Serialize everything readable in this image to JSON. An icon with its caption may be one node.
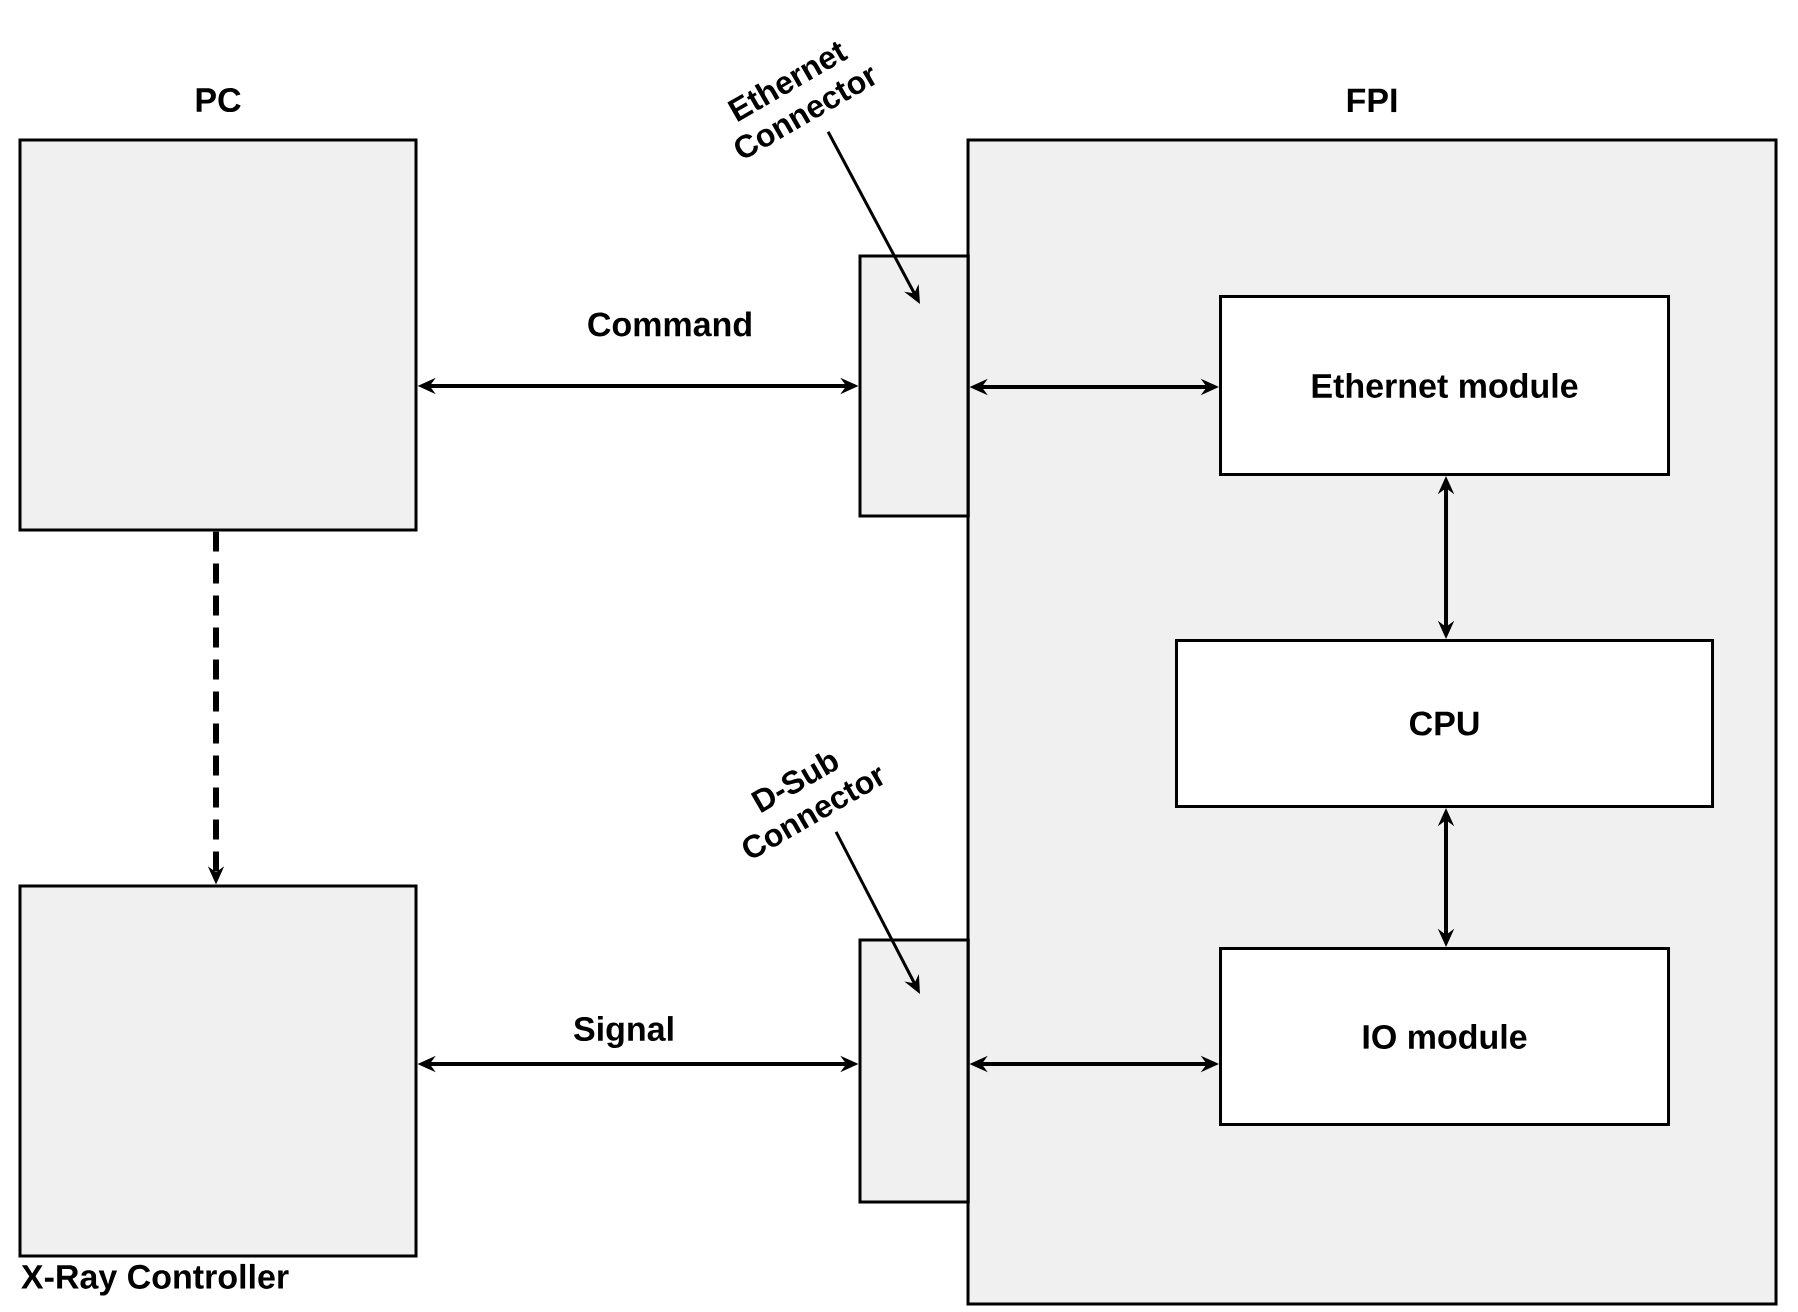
{
  "diagram": {
    "nodes": [
      {
        "text": [
          "PC"
        ]
      },
      {
        "text": [
          "X-Ray Controller"
        ]
      },
      {
        "text": [
          "FPI"
        ]
      },
      {
        "text": [],
        "shape": "box"
      },
      {
        "text": [
          "Ethernet module"
        ],
        "in": 2
      },
      {
        "text": [
          "CPU"
        ],
        "in": 2
      },
      {
        "text": [
          "IO module"
        ],
        "in": 2
      },
      {
        "text": [],
        "shape": "box"
      },
      {
        "text": [
          "Ethernet Connector"
        ]
      },
      {
        "text": [
          "D-Sub Connector"
        ]
      }
    ],
    "edges": [
      {
        "from": 0,
        "to": 3,
        "arrow": "both",
        "label": "Command"
      },
      {
        "from": 0,
        "to": 1,
        "arrow": "to",
        "style": "dashed"
      },
      {
        "from": 1,
        "to": 7,
        "arrow": "both",
        "label": "Signal"
      },
      {
        "from": 3,
        "to": 4,
        "arrow": "both"
      },
      {
        "from": 4,
        "to": 5,
        "arrow": "both"
      },
      {
        "from": 5,
        "to": 6,
        "arrow": "both"
      },
      {
        "from": 7,
        "to": 6,
        "arrow": "both"
      },
      {
        "from": 8,
        "to": 3,
        "arrow": "to"
      },
      {
        "from": 9,
        "to": 7,
        "arrow": "to"
      }
    ]
  }
}
